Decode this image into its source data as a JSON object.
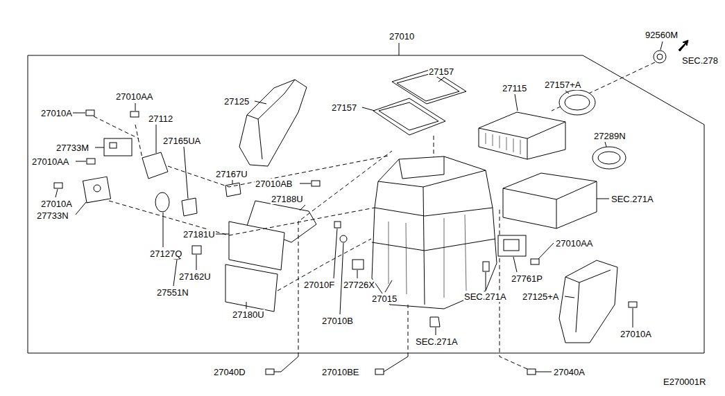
{
  "diagram": {
    "labels": [
      "27010",
      "92560M",
      "SEC.278",
      "27157",
      "27157",
      "27157+A",
      "27115",
      "27125",
      "27010AA",
      "27010A",
      "27112",
      "27733M",
      "27165UA",
      "27010AA",
      "27289N",
      "27167U",
      "27010AB",
      "27188U",
      "SEC.271A",
      "27010A",
      "27733N",
      "27181U",
      "27127Q",
      "27010AA",
      "27761P",
      "27010F",
      "27726X",
      "27162U",
      "27551N",
      "27015",
      "SEC.271A",
      "27125+A",
      "27180U",
      "27010B",
      "SEC.271A",
      "27010A",
      "27040D",
      "27010BE",
      "27040A",
      "E270001R"
    ]
  }
}
